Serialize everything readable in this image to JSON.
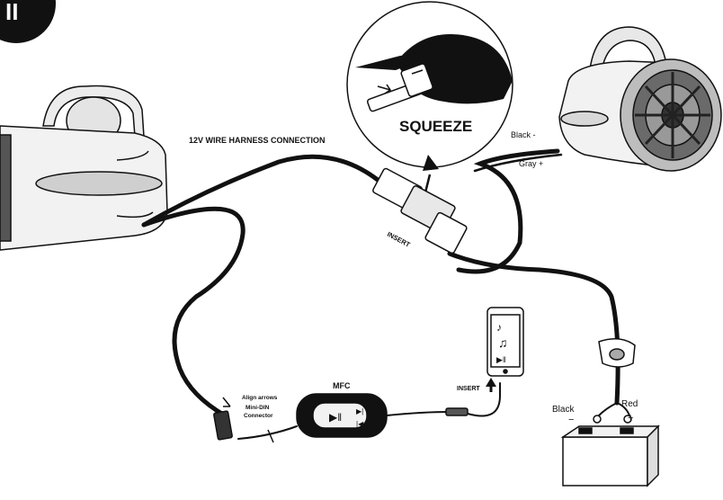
{
  "step_badge": "II",
  "labels": {
    "harness": "12V WIRE HARNESS CONNECTION",
    "squeeze": "SQUEEZE",
    "insert_connector": "INSERT",
    "black_minus_speaker": "Black -",
    "gray_plus": "Gray +",
    "mfc": "MFC",
    "align_arrows": "Align arrows",
    "mini_din_line1": "Mini-DIN",
    "mini_din_line2": "Connector",
    "insert_phone": "INSERT",
    "battery_black": "Black",
    "battery_minus": "−",
    "battery_red": "Red",
    "battery_plus": "+"
  }
}
